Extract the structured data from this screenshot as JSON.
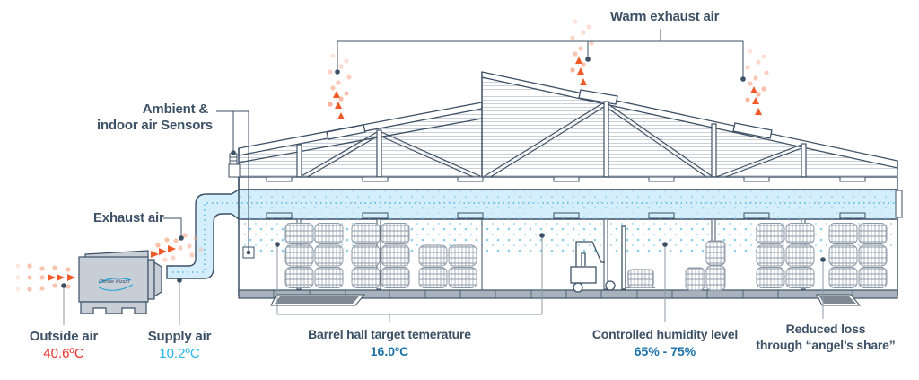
{
  "labels": {
    "warm_exhaust": "Warm exhaust air",
    "sensors_line1": "Ambient &",
    "sensors_line2": "indoor air Sensors",
    "exhaust_air": "Exhaust air",
    "outside_air": "Outside air",
    "supply_air": "Supply air",
    "barrel_hall": "Barrel hall target temerature",
    "humidity": "Controlled humidity level",
    "reduced_loss_line1": "Reduced loss",
    "reduced_loss_line2": "through “angel’s share”"
  },
  "values": {
    "outside_air_temp": "40.6ºC",
    "supply_air_temp": "10.2ºC",
    "barrel_hall_temp": "16.0ºC",
    "humidity_range": "65% - 75%"
  },
  "unit": {
    "brand": "Climate Wizard"
  },
  "icons": {
    "hot_air": "orange-arrow-triangles",
    "cool_air": "blue-dot-pattern",
    "sensor": "sensor-icon",
    "cooler": "evaporative-cooler-unit",
    "forklift": "forklift-icon",
    "barrel": "wine-barrel-icon"
  },
  "colors": {
    "line": "#3d5166",
    "hot": "#f05a28",
    "hot_light": "#f7a98c",
    "red_value": "#e8332a",
    "cyan_value": "#29b6e8",
    "blue_value": "#1e73a8",
    "duct_fill": "#d5eefb",
    "cool_dot": "#5cbde8",
    "barrel": "#8c99a6"
  }
}
